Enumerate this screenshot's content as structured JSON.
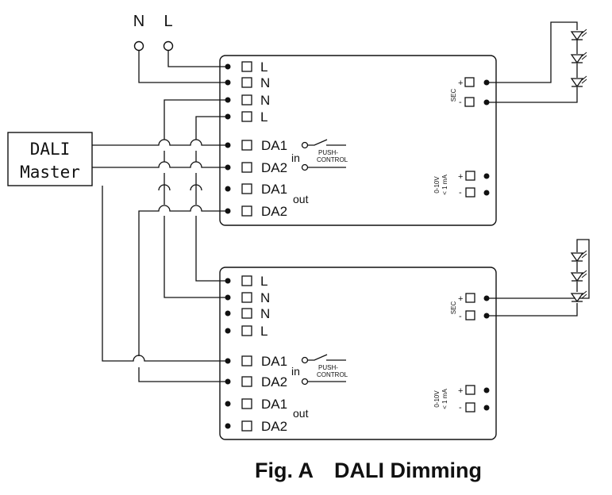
{
  "mains": {
    "n_label": "N",
    "l_label": "L"
  },
  "master": {
    "line1": "DALI",
    "line2": "Master"
  },
  "driver_terminals": [
    "L",
    "N",
    "N",
    "L",
    "DA1",
    "DA2",
    "DA1",
    "DA2"
  ],
  "labels": {
    "in": "in",
    "out": "out",
    "push_1": "PUSH-",
    "push_2": "CONTROL",
    "sec": "SEC",
    "plus": "+",
    "minus": "-",
    "dim_range": "0-10V",
    "dim_current": "< 1 mA"
  },
  "caption": {
    "fig": "Fig. A",
    "title": "DALI Dimming"
  },
  "colors": {
    "line": "#111111",
    "background": "#ffffff"
  }
}
